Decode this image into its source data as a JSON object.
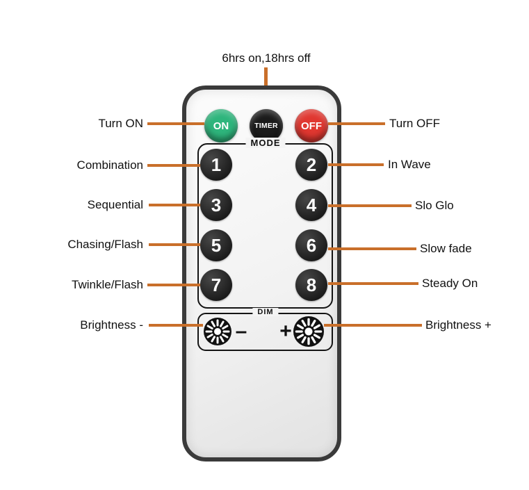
{
  "line_color": "#c96f2a",
  "top_note": {
    "text": "6hrs on,18hrs off"
  },
  "remote": {
    "power": [
      {
        "label": "ON",
        "color": "#2eb57c"
      },
      {
        "label": "TIMER",
        "color": "#1b1b1b"
      },
      {
        "label": "OFF",
        "color": "#e03730"
      }
    ],
    "mode_label": "MODE",
    "mode_buttons": [
      "1",
      "2",
      "3",
      "4",
      "5",
      "6",
      "7",
      "8"
    ],
    "dim": {
      "label": "DIM",
      "minus": "–",
      "plus": "+"
    }
  },
  "labels_left": [
    "Turn ON",
    "Combination",
    "Sequential",
    "Chasing/Flash",
    "Twinkle/Flash",
    "Brightness -"
  ],
  "labels_right": [
    "Turn OFF",
    "In Wave",
    "Slo Glo",
    "Slow fade",
    "Steady On",
    "Brightness +"
  ]
}
